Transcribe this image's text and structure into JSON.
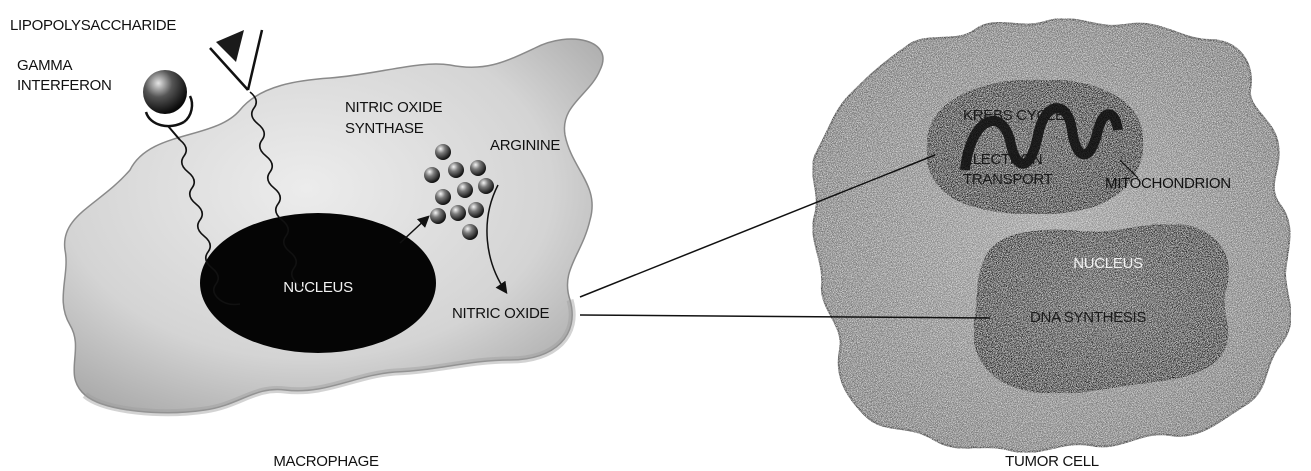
{
  "labels": {
    "lipopolysaccharide": "LIPOPOLYSACCHARIDE",
    "gamma_interferon_line1": "GAMMA",
    "gamma_interferon_line2": "INTERFERON",
    "nitric_oxide_synthase_line1": "NITRIC OXIDE",
    "nitric_oxide_synthase_line2": "SYNTHASE",
    "arginine": "ARGININE",
    "macrophage_nucleus": "NUCLEUS",
    "nitric_oxide": "NITRIC OXIDE",
    "macrophage": "MACROPHAGE",
    "krebs_cycle": "KREBS CYCLE",
    "electron_line1": "ELECTRON",
    "electron_line2": "TRANSPORT",
    "mitochondrion": "MITOCHONDRION",
    "tumor_nucleus": "NUCLEUS",
    "dna_synthesis": "DNA SYNTHESIS",
    "tumor_cell": "TUMOR CELL"
  },
  "colors": {
    "background": "#ffffff",
    "macrophage_fill": "#d9d9d9",
    "tumor_fill": "#8a8a8a",
    "nucleus_fill": "#050505",
    "ink": "#111111"
  }
}
